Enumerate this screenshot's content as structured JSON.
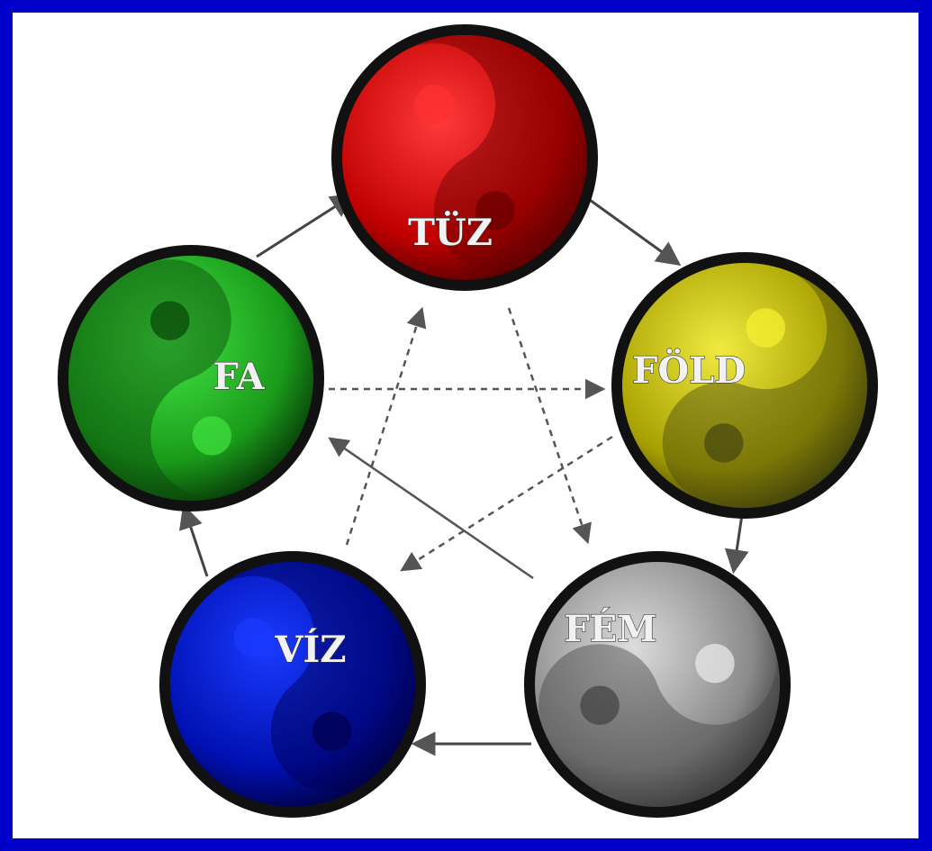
{
  "elements": [
    {
      "key": "tuz",
      "label": "TÜZ",
      "color": "#e00000",
      "dark": "#6a0000",
      "light": "#ff3030"
    },
    {
      "key": "fold",
      "label": "FÖLD",
      "color": "#c8c000",
      "dark": "#4a4a10",
      "light": "#f4f030"
    },
    {
      "key": "fem",
      "label": "FÉM",
      "color": "#9a9a9a",
      "dark": "#444444",
      "light": "#e8e8e8"
    },
    {
      "key": "viz",
      "label": "VÍZ",
      "color": "#0010c0",
      "dark": "#000050",
      "light": "#1a3aff"
    },
    {
      "key": "fa",
      "label": "FA",
      "color": "#22b022",
      "dark": "#0a4a0a",
      "light": "#3fe03f"
    }
  ],
  "colors": {
    "frame": "#0000c8",
    "panel": "#ffffff",
    "arrow": "#555555",
    "ring": "#111111"
  }
}
